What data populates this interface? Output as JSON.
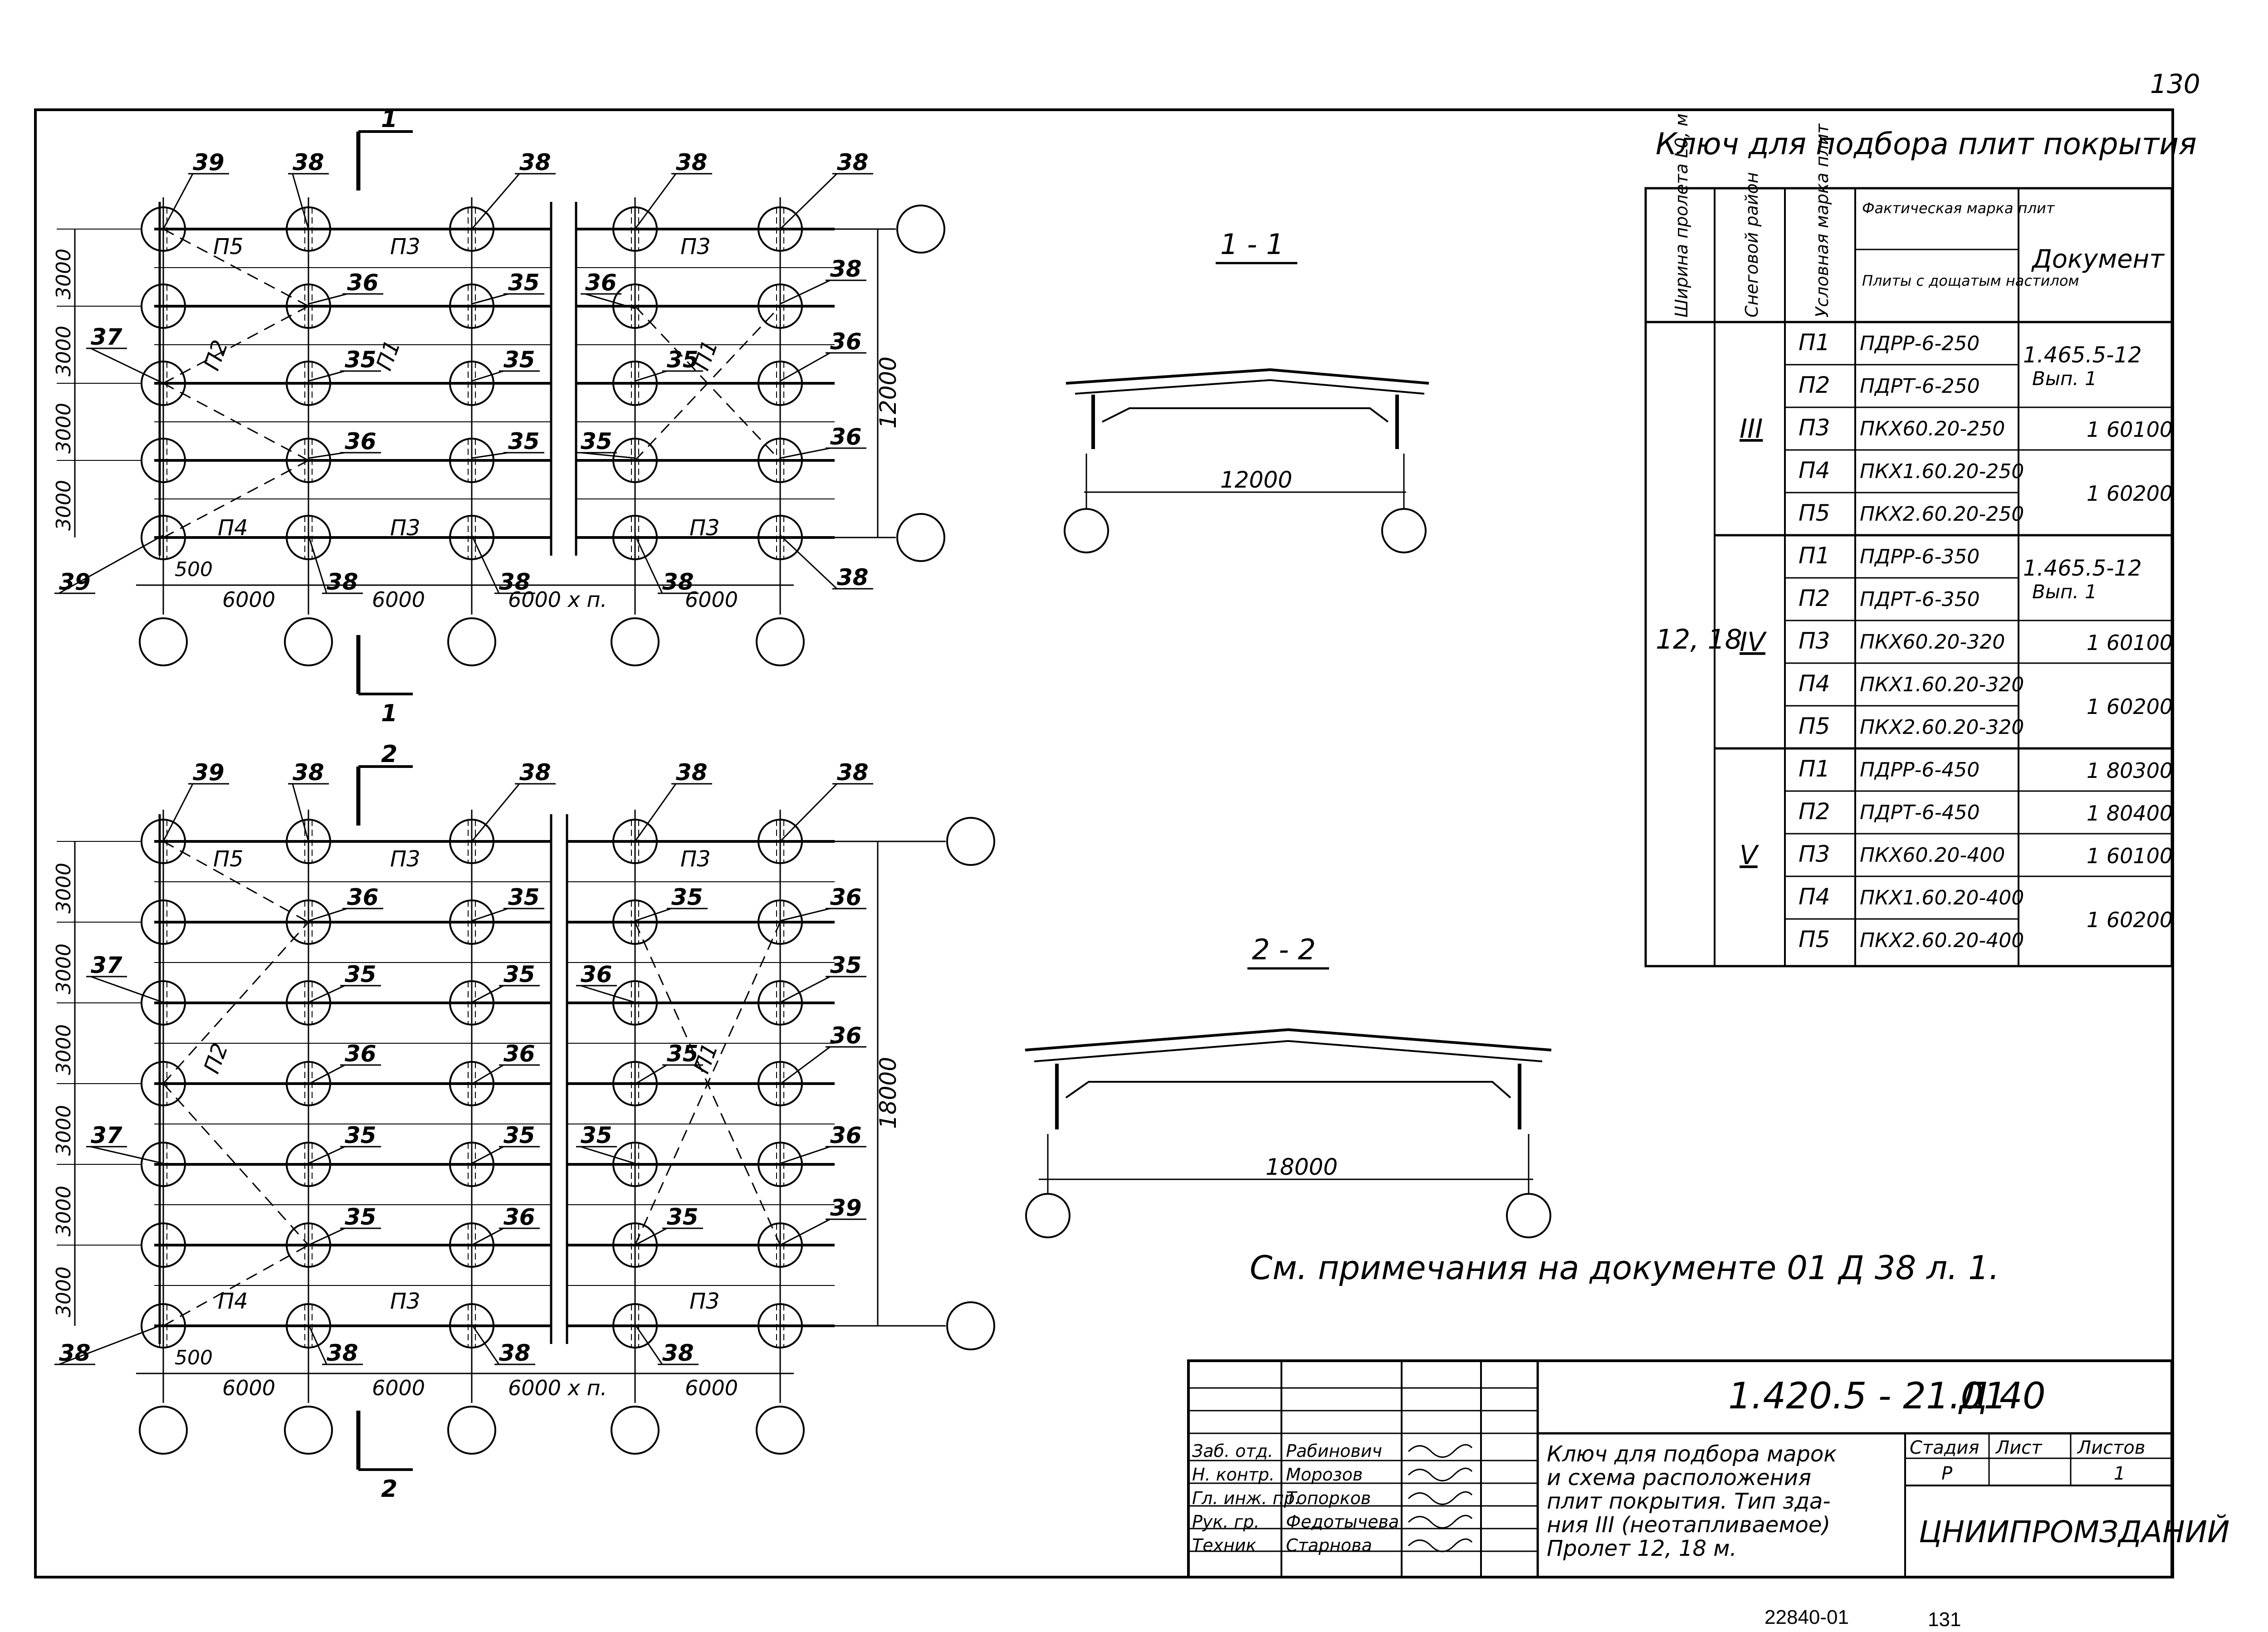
{
  "page_number_top": "130",
  "page_number_bottom": "131",
  "archive_number": "22840-01",
  "key_table": {
    "title": "Ключ для подбора плит покрытия",
    "headers": {
      "span_width": "Ширина пролета L0, м",
      "snow_region": "Снеговой район",
      "conventional_mark": "Условная марка плит",
      "actual_mark": "Фактическая марка плит",
      "actual_mark_sub": "Плиты с дощатым настилом",
      "document": "Документ"
    },
    "span_value": "12, 18",
    "groups": [
      {
        "region": "III",
        "rows": [
          {
            "cond": "П1",
            "mark": "ПДРР-6-250"
          },
          {
            "cond": "П2",
            "mark": "ПДРТ-6-250"
          },
          {
            "cond": "П3",
            "mark": "ПКХ60.20-250"
          },
          {
            "cond": "П4",
            "mark": "ПКХ1.60.20-250"
          },
          {
            "cond": "П5",
            "mark": "ПКХ2.60.20-250"
          }
        ],
        "docs": [
          {
            "text": "1.465.5-12",
            "text2": "Вып. 1"
          },
          {
            "text": "1 60100"
          },
          {
            "text": "1 60200"
          }
        ]
      },
      {
        "region": "IV",
        "rows": [
          {
            "cond": "П1",
            "mark": "ПДРР-6-350"
          },
          {
            "cond": "П2",
            "mark": "ПДРТ-6-350"
          },
          {
            "cond": "П3",
            "mark": "ПКХ60.20-320"
          },
          {
            "cond": "П4",
            "mark": "ПКХ1.60.20-320"
          },
          {
            "cond": "П5",
            "mark": "ПКХ2.60.20-320"
          }
        ],
        "docs": [
          {
            "text": "1.465.5-12",
            "text2": "Вып. 1"
          },
          {
            "text": "1 60100"
          },
          {
            "text": "1 60200"
          }
        ]
      },
      {
        "region": "V",
        "rows": [
          {
            "cond": "П1",
            "mark": "ПДРР-6-450"
          },
          {
            "cond": "П2",
            "mark": "ПДРТ-6-450"
          },
          {
            "cond": "П3",
            "mark": "ПКХ60.20-400"
          },
          {
            "cond": "П4",
            "mark": "ПКХ1.60.20-400"
          },
          {
            "cond": "П5",
            "mark": "ПКХ2.60.20-400"
          }
        ],
        "docs": [
          {
            "text": "1 80300"
          },
          {
            "text": "1 80400"
          },
          {
            "text": "1 60100"
          },
          {
            "text": "1 60200"
          }
        ]
      }
    ]
  },
  "plan1": {
    "section_mark": "1",
    "bay_dims": [
      "6000",
      "6000",
      "6000 x п.",
      "6000"
    ],
    "edge_dim": "500",
    "row_dims": [
      "3000",
      "3000",
      "3000",
      "3000"
    ],
    "overall_dim": "12000",
    "slab_labels": [
      "П5",
      "П3",
      "П3",
      "П2",
      "П1",
      "П1",
      "П4",
      "П3",
      "П3"
    ],
    "callouts": [
      "39",
      "38",
      "38",
      "38",
      "38",
      "36",
      "35",
      "36",
      "38",
      "37",
      "35",
      "35",
      "35",
      "36",
      "36",
      "35",
      "35",
      "36",
      "39",
      "38",
      "38",
      "38",
      "38"
    ]
  },
  "plan2": {
    "section_mark": "2",
    "bay_dims": [
      "6000",
      "6000",
      "6000 x п.",
      "6000"
    ],
    "edge_dim": "500",
    "row_dims": [
      "3000",
      "3000",
      "3000",
      "3000",
      "3000",
      "3000"
    ],
    "overall_dim": "18000",
    "slab_labels": [
      "П5",
      "П3",
      "П3",
      "П2",
      "П1",
      "П4",
      "П3",
      "П3"
    ],
    "callouts": [
      "39",
      "38",
      "38",
      "38",
      "38",
      "36",
      "35",
      "35",
      "36",
      "37",
      "35",
      "35",
      "36",
      "35",
      "36",
      "36",
      "35",
      "36",
      "35",
      "37",
      "35",
      "35",
      "36",
      "35",
      "36",
      "35",
      "39",
      "38",
      "38",
      "38",
      "38"
    ]
  },
  "section1": {
    "title": "1 - 1",
    "dim": "12000"
  },
  "section2": {
    "title": "2 - 2",
    "dim": "18000"
  },
  "note": "См. примечания на документе 01 Д 38 л. 1.",
  "title_block": {
    "code": "1.420.5 - 21.01",
    "sheet_code": "Д 40",
    "staff": [
      {
        "role": "Заб. отд.",
        "name": "Рабинович"
      },
      {
        "role": "Н. контр.",
        "name": "Морозов"
      },
      {
        "role": "Гл. инж. пр.",
        "name": "Топорков"
      },
      {
        "role": "Рук. гр.",
        "name": "Федотычева"
      },
      {
        "role": "Техник",
        "name": "Старнова"
      }
    ],
    "description": [
      "Ключ для подбора марок",
      "и схема расположения",
      "плит покрытия. Тип зда-",
      "ния III (неотапливаемое)",
      "Пролет 12, 18 м."
    ],
    "stage_label": "Стадия",
    "sheet_label": "Лист",
    "sheets_label": "Листов",
    "stage_value": "Р",
    "sheets_value": "1",
    "organization": "ЦНИИПРОМЗДАНИЙ"
  }
}
